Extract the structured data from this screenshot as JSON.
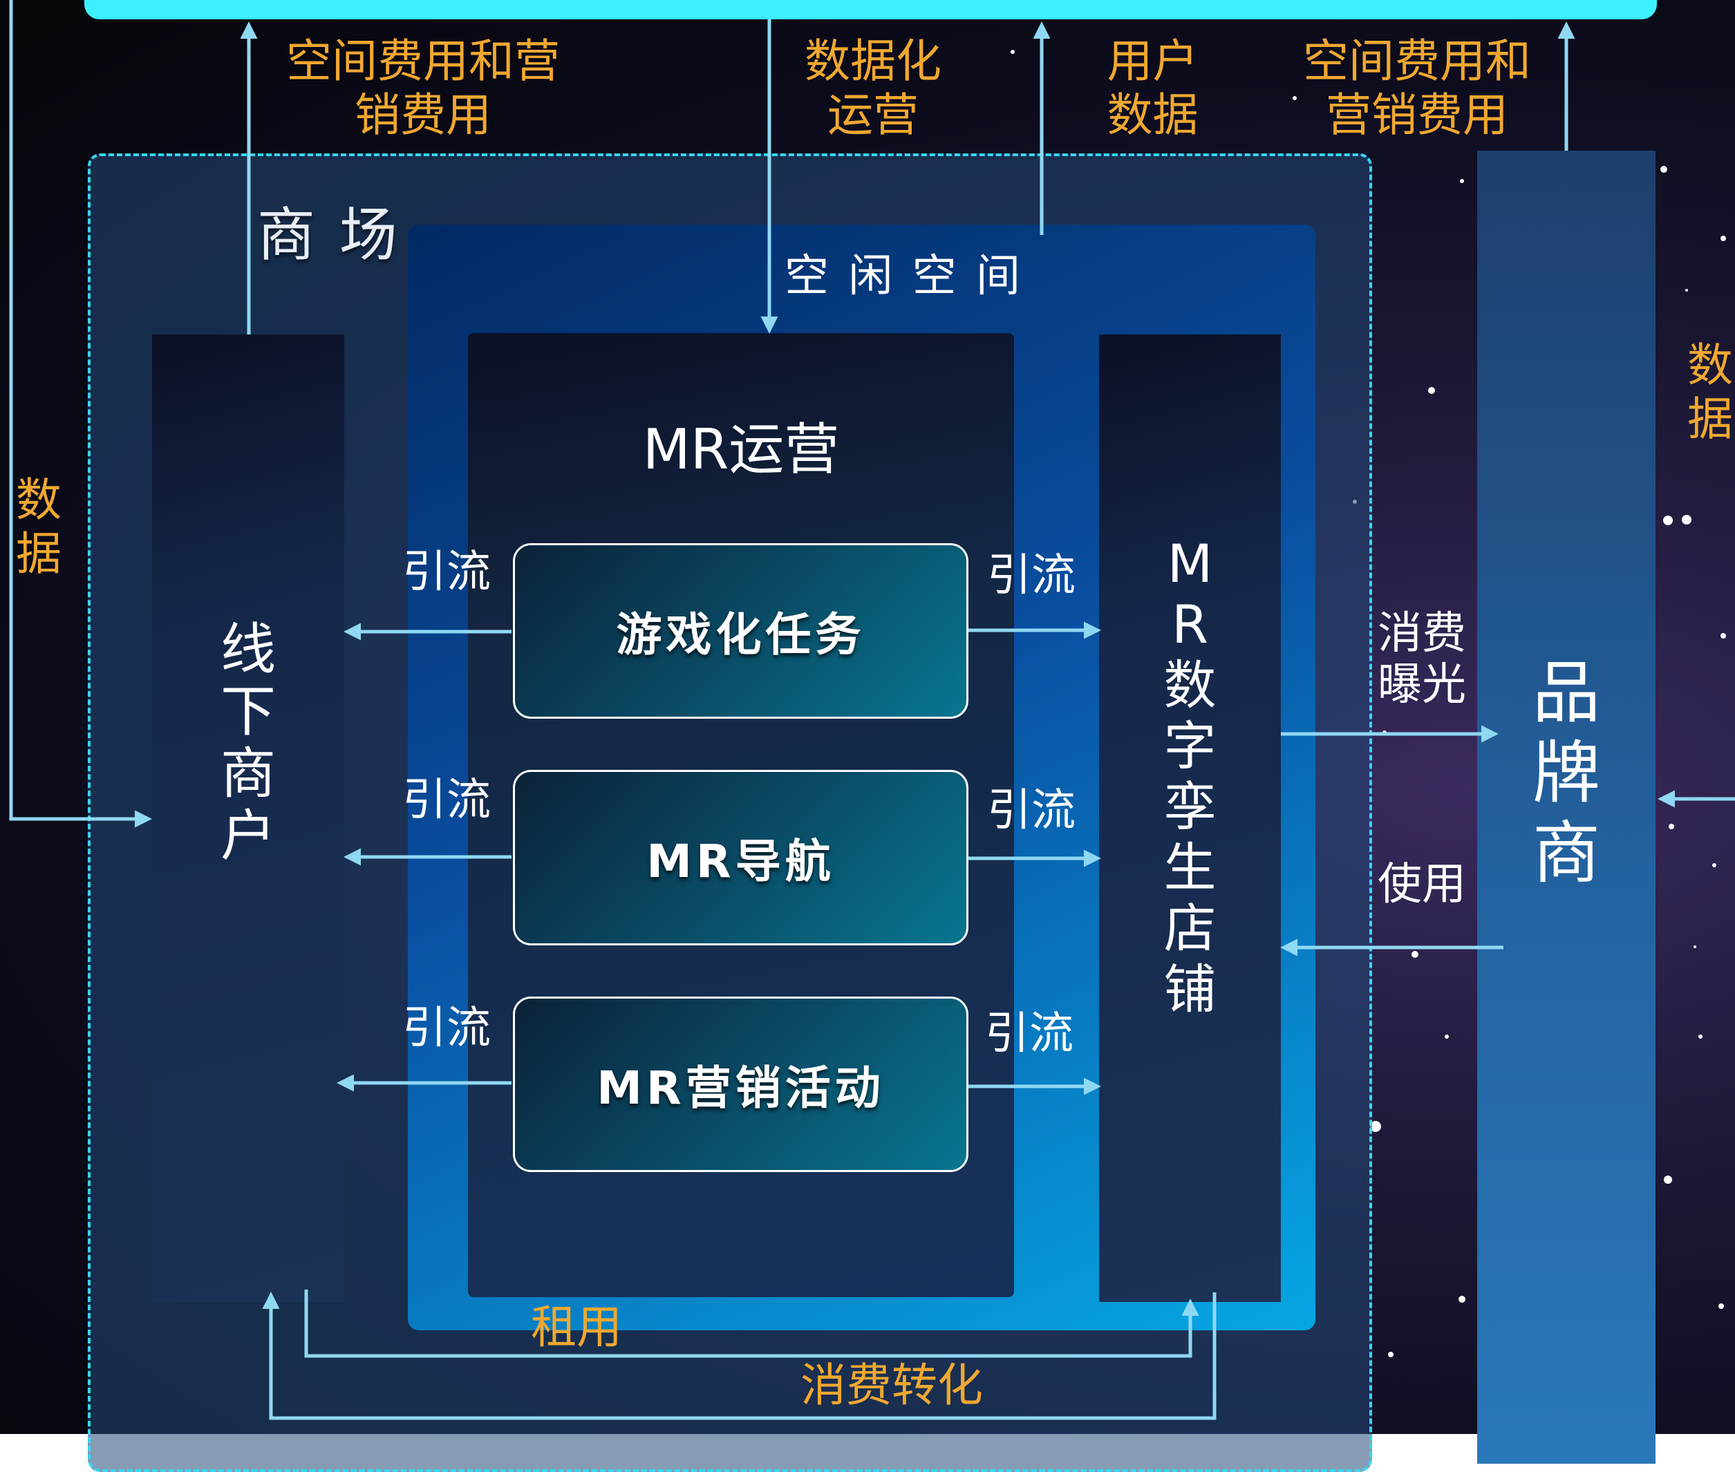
{
  "mall": {
    "title": "商 场"
  },
  "ops": {
    "subtitle": "空 闲 空 间",
    "title": "MR运营"
  },
  "offline_merchant": {
    "chars": [
      "线",
      "下",
      "商",
      "户"
    ]
  },
  "mr_store": {
    "chars": [
      "M",
      "R",
      "数",
      "字",
      "孪",
      "生",
      "店",
      "铺"
    ]
  },
  "brand": {
    "chars": [
      "品",
      "牌",
      "商"
    ]
  },
  "tasks": [
    {
      "label": "游戏化任务"
    },
    {
      "label": "MR导航"
    },
    {
      "label": "MR营销活动"
    }
  ],
  "flow_label": "引流",
  "top_labels": {
    "space_fee_left": [
      "空间费用和营",
      "销费用"
    ],
    "data_ops": [
      "数据化",
      "运营"
    ],
    "user_data": [
      "用户",
      "数据"
    ],
    "space_fee_right": [
      "空间费用和",
      "营销费用"
    ]
  },
  "side_labels": {
    "data_left": [
      "数",
      "据"
    ],
    "data_right": [
      "数",
      "据"
    ],
    "consume_exposure": [
      "消费",
      "曝光"
    ],
    "use": "使用"
  },
  "bottom_labels": {
    "rent": "租用",
    "consume_convert": "消费转化"
  },
  "colors": {
    "cyan_bar": "#3cf0ff",
    "orange": "#f0a830",
    "arrow": "#8fd8f2"
  }
}
